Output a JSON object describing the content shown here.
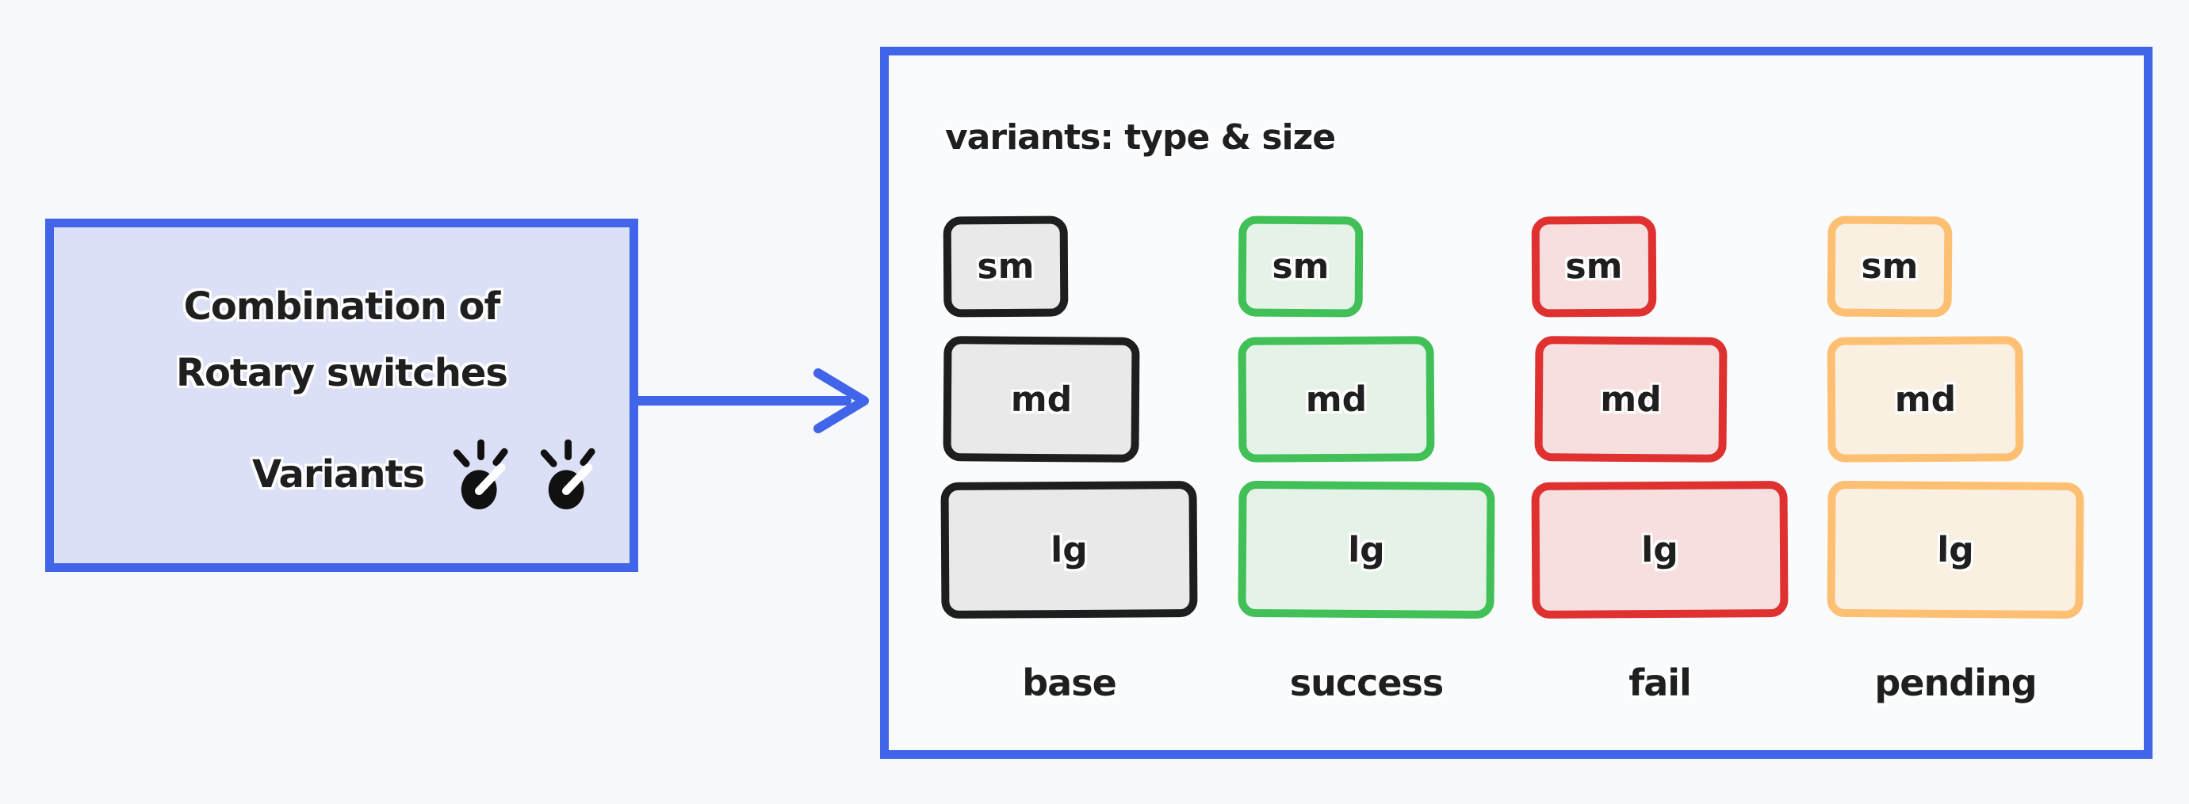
{
  "page": {
    "background": "#f7f8fb",
    "accent_blue": "#4165e8",
    "text_color": "#1f1f1f"
  },
  "source_box": {
    "title_line1": "Combination of",
    "title_line2": "Rotary switches",
    "variants_label": "Variants",
    "icons": [
      "rotary-knob-icon",
      "rotary-knob-icon"
    ],
    "stroke": "#4165e8",
    "fill": "#dbe0f6"
  },
  "arrow": {
    "direction": "right",
    "color": "#4165e8"
  },
  "panel": {
    "title": "variants: type & size",
    "stroke": "#4165e8",
    "fill": "#fafbfd",
    "sizes": [
      "sm",
      "md",
      "lg"
    ],
    "columns": [
      {
        "label": "base",
        "stroke": "#1e1e1e",
        "fill": "#e9e9e9"
      },
      {
        "label": "success",
        "stroke": "#40c057",
        "fill": "#e4f2e7"
      },
      {
        "label": "fail",
        "stroke": "#e03131",
        "fill": "#f7dedf"
      },
      {
        "label": "pending",
        "stroke": "#fdbf72",
        "fill": "#f9f0e2"
      }
    ]
  }
}
